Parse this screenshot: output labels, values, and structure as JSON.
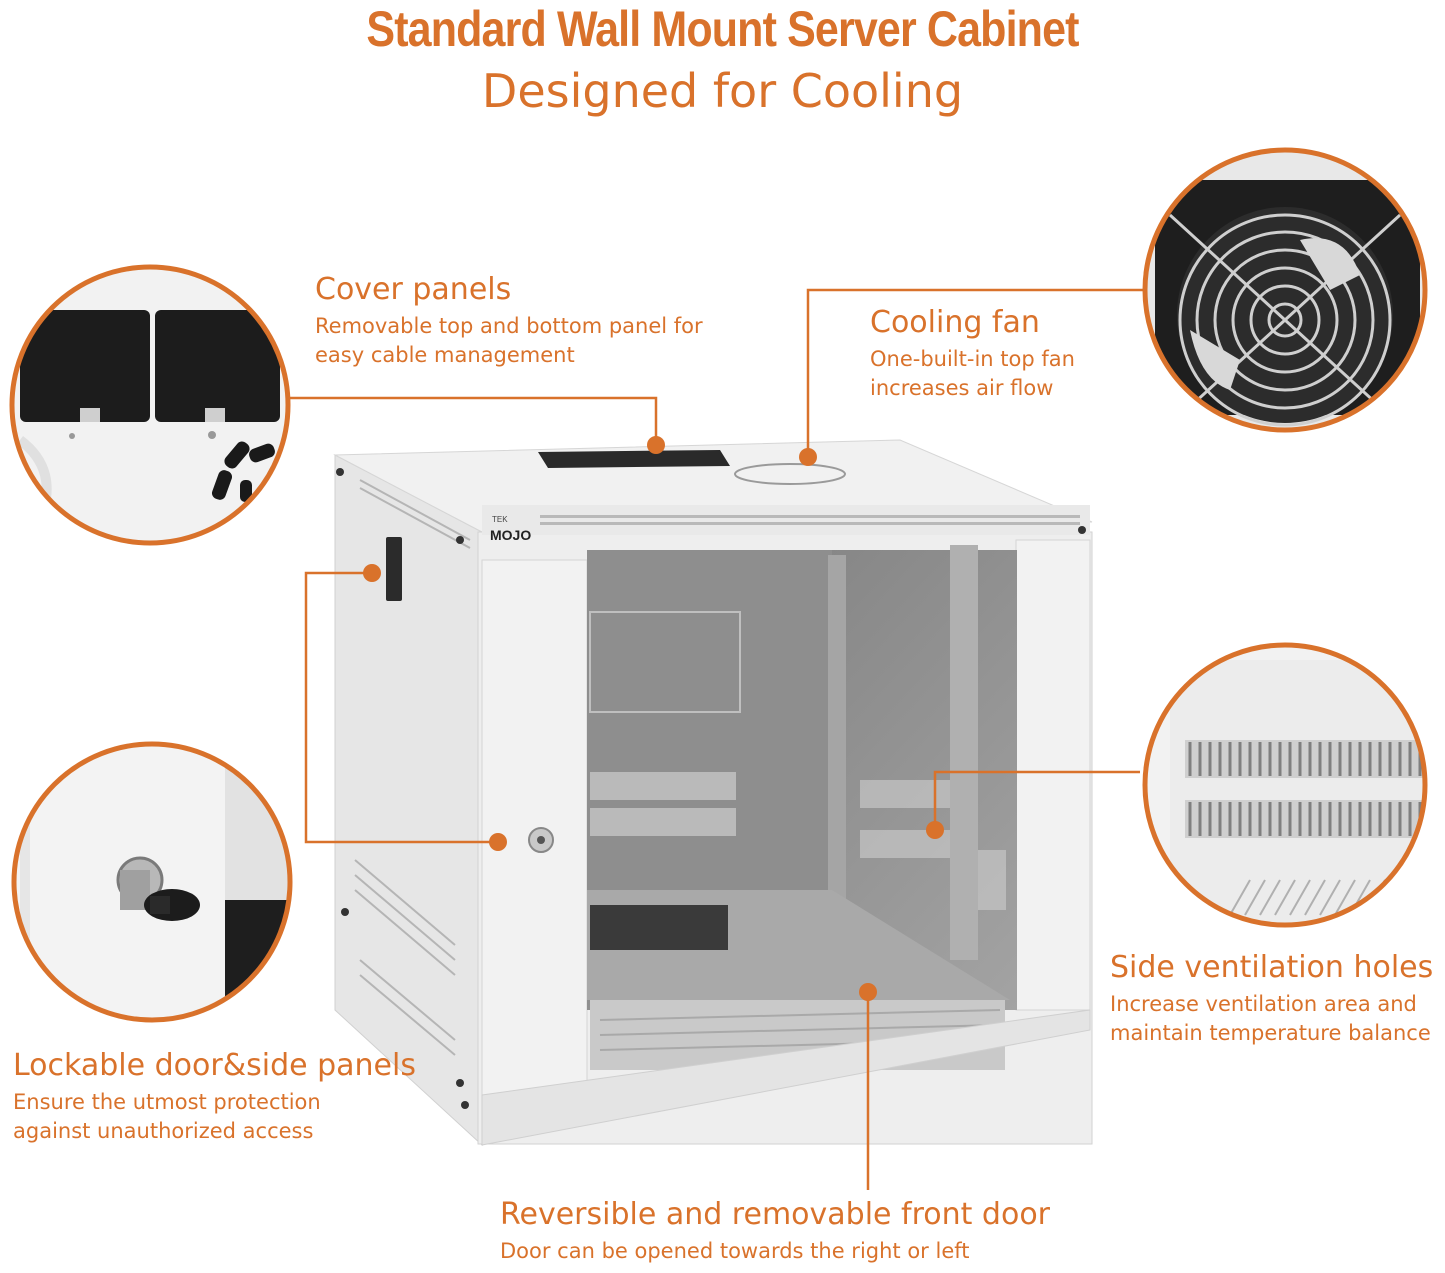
{
  "header": {
    "title": "Standard Wall Mount Server Cabinet",
    "subtitle": "Designed for Cooling"
  },
  "brand": {
    "small": "TEK",
    "name": "MOJO"
  },
  "features": {
    "cover_panels": {
      "heading": "Cover panels",
      "lines": [
        "Removable top and bottom panel for",
        "easy cable management"
      ]
    },
    "cooling_fan": {
      "heading": "Cooling fan",
      "lines": [
        "One-built-in top fan",
        "increases air flow"
      ]
    },
    "lockable": {
      "heading": "Lockable door&side panels",
      "lines": [
        "Ensure the utmost protection",
        "against unauthorized access"
      ]
    },
    "side_vent": {
      "heading": "Side ventilation holes",
      "lines": [
        "Increase ventilation area and",
        "maintain temperature balance"
      ]
    },
    "front_door": {
      "heading": "Reversible and removable front door",
      "lines": [
        "Door can be opened towards the right or left"
      ]
    }
  },
  "colors": {
    "accent": "#d9722b",
    "cabinet": "#ececec",
    "glass": "#8a8a8a"
  }
}
